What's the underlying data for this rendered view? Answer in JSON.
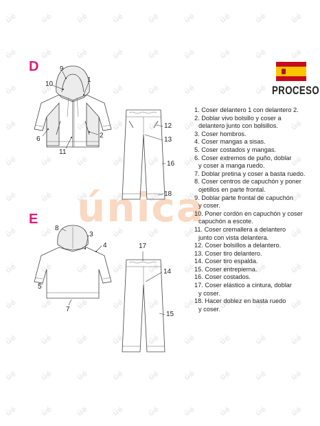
{
  "sections": {
    "d": "D",
    "e": "E"
  },
  "heading": "PROCESO",
  "watermark": {
    "small": "üé",
    "big": "única"
  },
  "flag": {
    "red": "#c60b1e",
    "yellow": "#ffc400"
  },
  "accent_color": "#e0197d",
  "callouts_d": [
    "9",
    "10",
    "1",
    "6",
    "2",
    "11",
    "12",
    "13",
    "16",
    "18"
  ],
  "callouts_e": [
    "8",
    "3",
    "4",
    "5",
    "7",
    "17",
    "14",
    "15"
  ],
  "steps": [
    "1. Coser delantero 1 con delantero 2.",
    "2. Doblar vivo bolsillo y coser a",
    "delantero junto con bolsillos.",
    "3. Coser hombros.",
    "4. Coser mangas a sisas.",
    "5. Coser costados y mangas.",
    "6. Coser extremos de puño, doblar",
    "y coser a manga ruedo.",
    "7. Doblar pretina y coser a basta ruedo.",
    "8. Coser centros de capuchón y poner",
    "ojetillos en parte frontal.",
    "9. Doblar parte frontal de capuchón",
    "y coser.",
    "10. Poner cordón en capuchón y coser",
    "capuchón a escote.",
    "11. Coser cremallera a delantero",
    "junto con vista delantera.",
    "12. Coser bolsillos a delantero.",
    "13. Coser tiro delantero.",
    "14. Coser tiro espalda.",
    "15. Coser entrepierna.",
    "16. Coser costados.",
    "17. Coser elástico a cintura, doblar",
    "y coser.",
    "18. Hacer doblez en basta ruedo",
    "y coser."
  ]
}
